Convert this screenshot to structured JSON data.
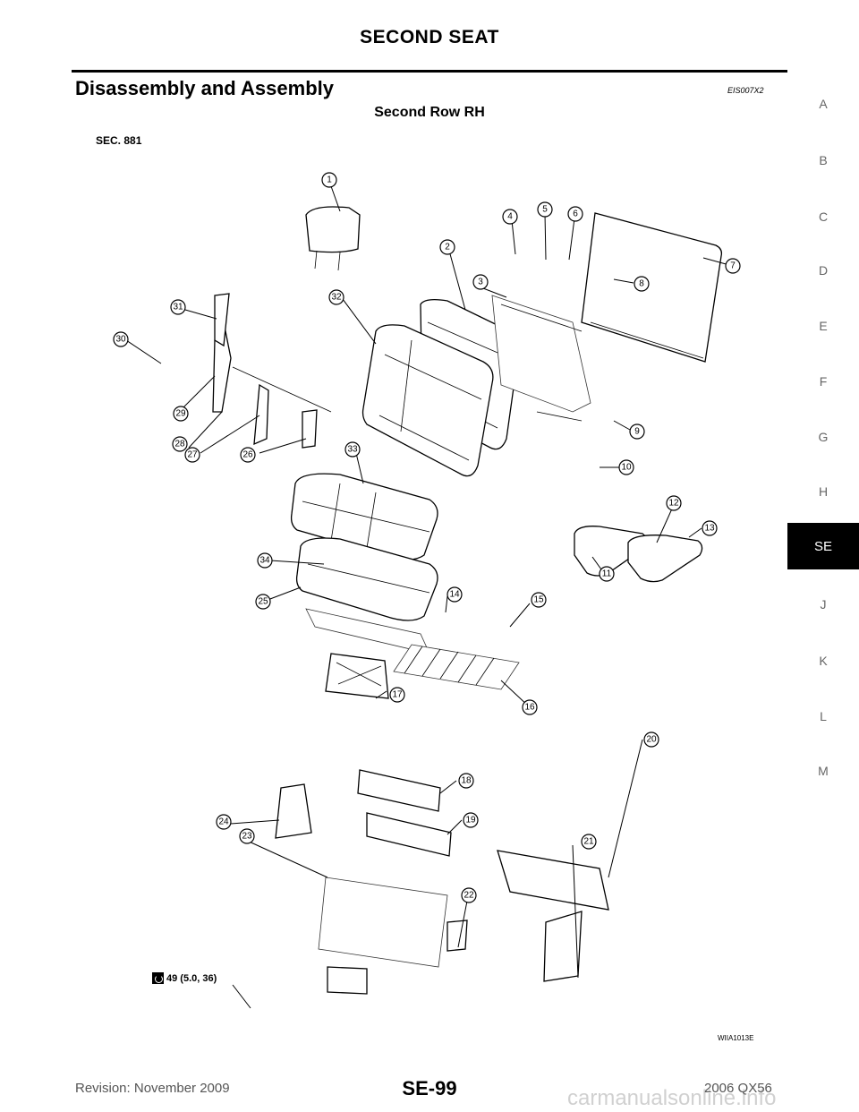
{
  "header": {
    "title": "SECOND SEAT",
    "section_heading": "Disassembly and Assembly",
    "ref_code": "EIS007X2",
    "subsection": "Second Row RH",
    "sec_code": "SEC. 881"
  },
  "side_index": {
    "letters": [
      "A",
      "B",
      "C",
      "D",
      "E",
      "F",
      "G",
      "H"
    ],
    "active": "SE",
    "letters_after": [
      "J",
      "K",
      "L",
      "M"
    ]
  },
  "diagram": {
    "callouts": [
      "1",
      "2",
      "3",
      "4",
      "5",
      "6",
      "7",
      "8",
      "9",
      "10",
      "11",
      "12",
      "13",
      "14",
      "15",
      "16",
      "17",
      "18",
      "19",
      "20",
      "21",
      "22",
      "23",
      "24",
      "25",
      "26",
      "27",
      "28",
      "29",
      "30",
      "31",
      "32",
      "33",
      "34"
    ],
    "torque_spec": "49 (5.0, 36)",
    "figure_code": "WIIA1013E"
  },
  "footer": {
    "revision": "Revision: November 2009",
    "page_number": "SE-99",
    "model": "2006 QX56",
    "watermark": "carmanualsonline.info"
  }
}
